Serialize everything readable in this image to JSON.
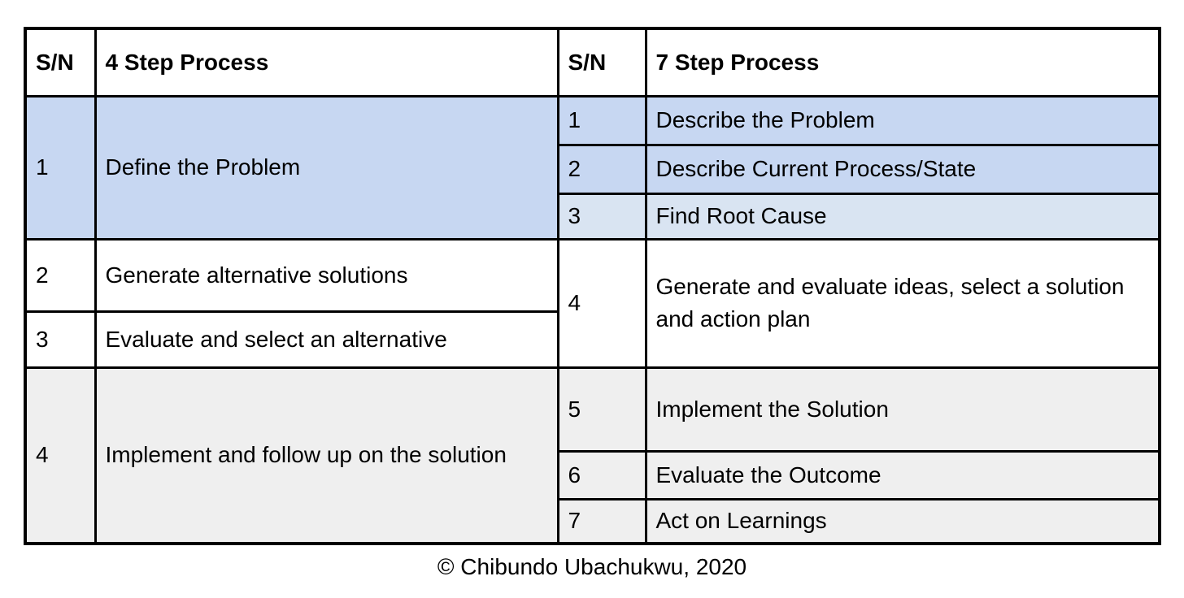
{
  "colors": {
    "row_blue": "#c7d7f2",
    "row_light_blue": "#d9e4f2",
    "row_gray": "#efefef",
    "row_white": "#ffffff",
    "border": "#000000"
  },
  "four_step": {
    "sn_header": "S/N",
    "title": "4 Step Process",
    "steps": [
      {
        "sn": "1",
        "label": "Define the Problem"
      },
      {
        "sn": "2",
        "label": "Generate alternative solutions"
      },
      {
        "sn": "3",
        "label": "Evaluate and select an alternative"
      },
      {
        "sn": "4",
        "label": "Implement and follow up on the solution"
      }
    ]
  },
  "seven_step": {
    "sn_header": "S/N",
    "title": "7 Step Process",
    "steps": [
      {
        "sn": "1",
        "label": "Describe the Problem"
      },
      {
        "sn": "2",
        "label": "Describe Current Process/State"
      },
      {
        "sn": "3",
        "label": "Find Root Cause"
      },
      {
        "sn": "4",
        "label": "Generate and evaluate ideas, select a solution and action plan"
      },
      {
        "sn": "5",
        "label": "Implement the Solution"
      },
      {
        "sn": "6",
        "label": "Evaluate the Outcome"
      },
      {
        "sn": "7",
        "label": "Act on Learnings"
      }
    ]
  },
  "footer": {
    "text": "© Chibundo Ubachukwu, 2020"
  }
}
